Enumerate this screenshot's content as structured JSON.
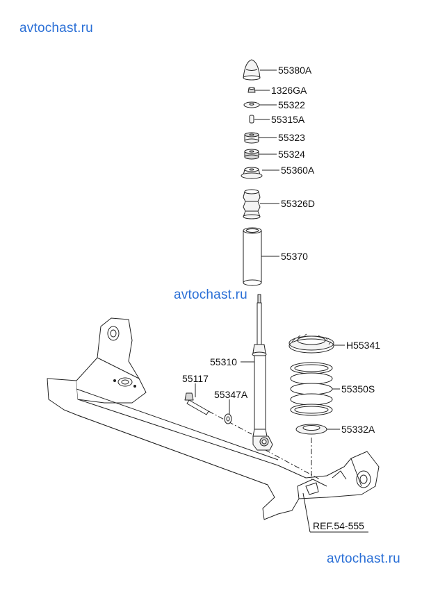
{
  "watermarks": {
    "top_left": "avtochast.ru",
    "center": "avtochast.ru",
    "bottom_right": "avtochast.ru"
  },
  "parts": [
    {
      "id": "55380A",
      "name": "dust-cover-cap"
    },
    {
      "id": "1326GA",
      "name": "nut"
    },
    {
      "id": "55322",
      "name": "washer"
    },
    {
      "id": "55315A",
      "name": "bushing"
    },
    {
      "id": "55323",
      "name": "insulator-upper"
    },
    {
      "id": "55324",
      "name": "insulator-lower"
    },
    {
      "id": "55360A",
      "name": "bracket"
    },
    {
      "id": "55326D",
      "name": "bump-stopper"
    },
    {
      "id": "55370",
      "name": "dust-cover"
    },
    {
      "id": "55310",
      "name": "shock-absorber"
    },
    {
      "id": "H55341",
      "name": "spring-pad-upper"
    },
    {
      "id": "55350S",
      "name": "coil-spring"
    },
    {
      "id": "55117",
      "name": "bolt"
    },
    {
      "id": "55347A",
      "name": "washer-bolt"
    },
    {
      "id": "55332A",
      "name": "spring-pad-lower"
    }
  ],
  "reference": "REF.54-555",
  "colors": {
    "watermark": "#2a6fd6",
    "line": "#222222",
    "fill_light": "#f4f4f4",
    "fill_mid": "#d8d8d8"
  }
}
